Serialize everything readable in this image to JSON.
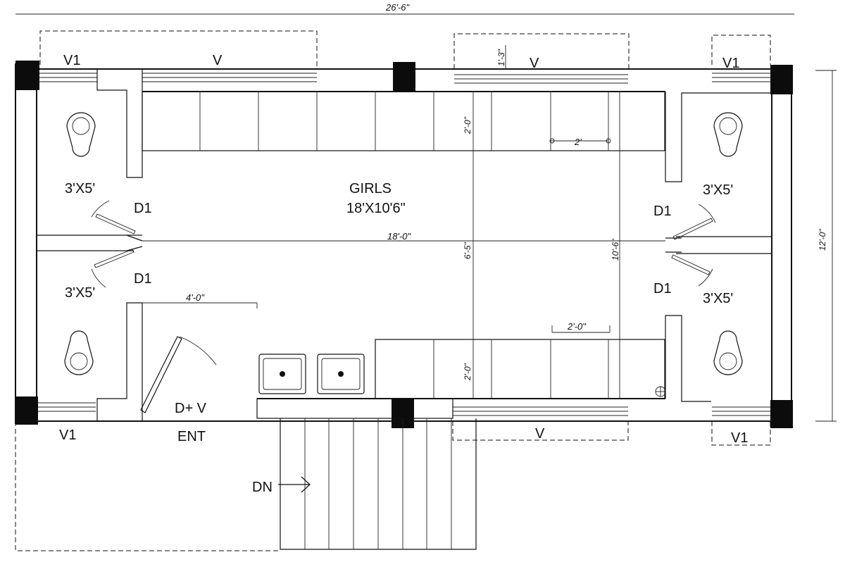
{
  "room": {
    "name": "GIRLS",
    "size": "18'X10'6\""
  },
  "dimensions": {
    "overall_width": "26'-6\"",
    "overall_depth": "12'-0\"",
    "room_length": "18'-0\"",
    "room_mid_depth": "6'-5\"",
    "room_depth": "10'-6\"",
    "window_depth": "1'-3\"",
    "counter_depth_top": "2'-0\"",
    "counter_depth_bottom": "2'-0\"",
    "counter_module_top": "2'",
    "counter_module_bottom": "2'-0\"",
    "entrance_width": "4'-0\""
  },
  "toilets": {
    "size_tl": "3'X5'",
    "size_bl": "3'X5'",
    "size_tr": "3'X5'",
    "size_br": "3'X5'"
  },
  "openings": {
    "v1_tl": "V1",
    "v_top_left": "V",
    "v_top_right": "V",
    "v1_tr": "V1",
    "v1_bl": "V1",
    "v_bottom": "V",
    "v1_br": "V1",
    "d1_tl": "D1",
    "d1_bl": "D1",
    "d1_tr": "D1",
    "d1_br": "D1",
    "entrance_door": "D+ V",
    "entrance_label": "ENT",
    "stair_label": "DN"
  }
}
